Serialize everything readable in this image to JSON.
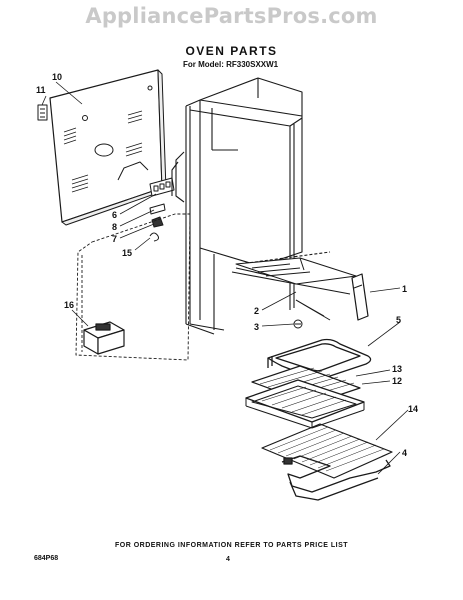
{
  "watermark": "AppliancePartsPros.com",
  "title": "OVEN PARTS",
  "model": "For Model: RF330SXXW1",
  "footer": {
    "note": "FOR ORDERING INFORMATION REFER TO PARTS PRICE LIST",
    "code": "684P68",
    "page": "4"
  },
  "callouts": [
    "1",
    "2",
    "3",
    "4",
    "5",
    "6",
    "7",
    "8",
    "10",
    "11",
    "12",
    "13",
    "14",
    "15",
    "16"
  ],
  "colors": {
    "line": "#1a1a1a",
    "watermark": "#c9c9c9"
  }
}
